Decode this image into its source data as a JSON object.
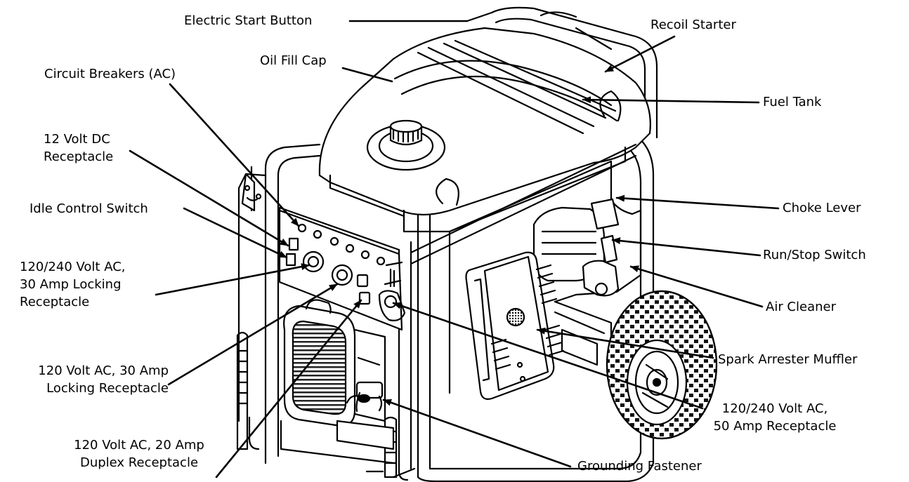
{
  "colors": {
    "ink": "#000000",
    "background": "#ffffff",
    "body_fill": "#ffffff"
  },
  "labels": {
    "electric_start_button": "Electric Start Button",
    "recoil_starter": "Recoil Starter",
    "oil_fill_cap": "Oil Fill Cap",
    "circuit_breakers": "Circuit Breakers (AC)",
    "fuel_tank": "Fuel Tank",
    "dc_receptacle": [
      "12 Volt DC",
      "Receptacle"
    ],
    "idle_control_switch": "Idle Control Switch",
    "choke_lever": "Choke Lever",
    "run_stop_switch": "Run/Stop Switch",
    "locking_30a_240": [
      "120/240 Volt AC,",
      "30 Amp Locking",
      "Receptacle"
    ],
    "air_cleaner": "Air Cleaner",
    "locking_30a_120": [
      "120 Volt AC, 30 Amp",
      "Locking Receptacle"
    ],
    "spark_arrester_muffler": "Spark Arrester Muffler",
    "receptacle_50a": [
      "120/240 Volt AC,",
      "50 Amp Receptacle"
    ],
    "duplex_20a": [
      "120 Volt AC, 20 Amp",
      "Duplex Receptacle"
    ],
    "grounding_fastener": "Grounding Fastener"
  }
}
